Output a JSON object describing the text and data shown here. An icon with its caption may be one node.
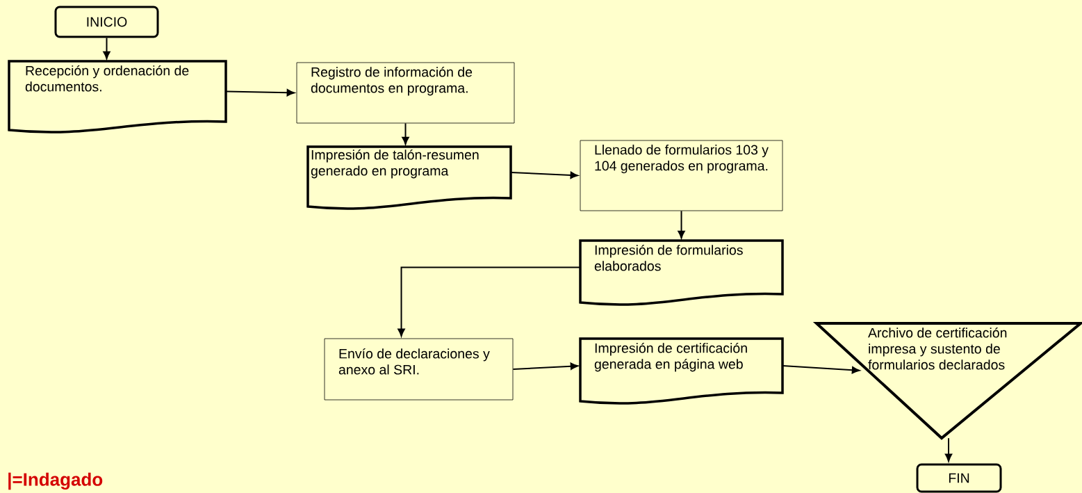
{
  "diagram": {
    "nodes": [
      {
        "text": [
          "INICIO"
        ]
      },
      {
        "text": [
          "Recepción y ordenación de documentos."
        ]
      },
      {
        "text": [
          "Registro de información de documentos en programa."
        ]
      },
      {
        "text": [
          "Impresión de talón-resumen generado en programa"
        ]
      },
      {
        "text": [
          "Llenado de formularios 103 y 104 generados en programa."
        ]
      },
      {
        "text": [
          "Impresión de formularios elaborados"
        ]
      },
      {
        "text": [
          "Envío de declaraciones y anexo al SRI."
        ]
      },
      {
        "text": [
          "Impresión de certificación generada en página web"
        ]
      },
      {
        "text": [
          "Archivo de certificación impresa y sustento de formularios declarados"
        ]
      },
      {
        "text": [
          "FIN"
        ]
      }
    ],
    "edges": [
      {
        "from": 0,
        "to": 1,
        "arrow": "to"
      },
      {
        "from": 1,
        "to": 2,
        "arrow": "to"
      },
      {
        "from": 2,
        "to": 3,
        "arrow": "to"
      },
      {
        "from": 3,
        "to": 4,
        "arrow": "to"
      },
      {
        "from": 4,
        "to": 5,
        "arrow": "to"
      },
      {
        "from": 5,
        "to": 6,
        "arrow": "to"
      },
      {
        "from": 6,
        "to": 7,
        "arrow": "to"
      },
      {
        "from": 7,
        "to": 8,
        "arrow": "to"
      },
      {
        "from": 8,
        "to": 9,
        "arrow": "to"
      }
    ],
    "labels": [
      "|=Indagado"
    ]
  }
}
